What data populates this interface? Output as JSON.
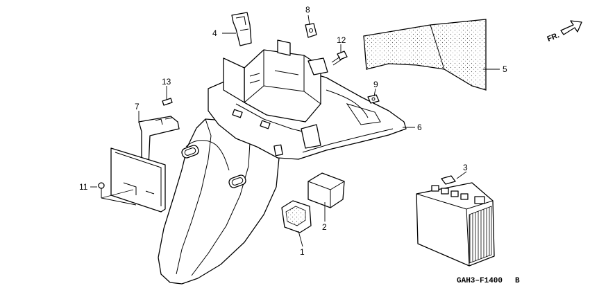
{
  "callouts": {
    "p1": "1",
    "p2": "2",
    "p3": "3",
    "p4": "4",
    "p5": "5",
    "p6": "6",
    "p7": "7",
    "p8": "8",
    "p9": "9",
    "p11": "11",
    "p12": "12",
    "p13": "13"
  },
  "direction_label": "FR.",
  "diagram_code": "GAH3–F1400",
  "diagram_code_suffix": "B"
}
